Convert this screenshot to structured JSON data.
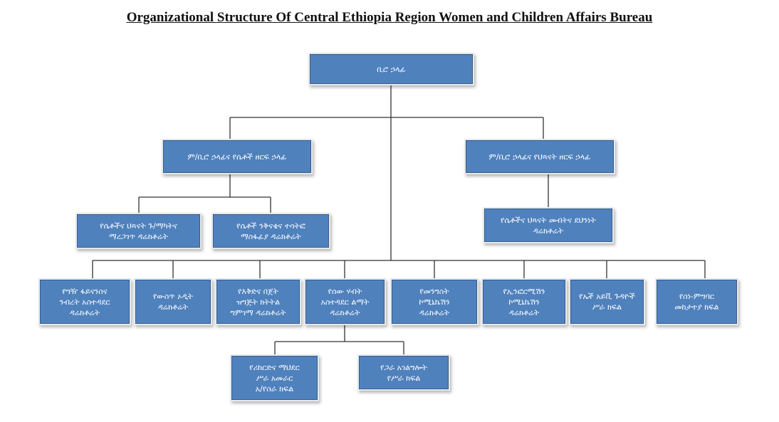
{
  "title": "Organizational Structure Of Central Ethiopia Region Women and Children Affairs Bureau",
  "colors": {
    "box_fill": "#4f81bd",
    "box_border": "#385d8a",
    "box_text": "#ffffff",
    "line": "#333333"
  },
  "nodes": {
    "head": "ቢሮ ኃላፊ",
    "dep_women": "ም/ቢሮ ኃላፊና የሴቶች ዘርፍ ኃላፊ",
    "dep_children": "ም/ቢሮ ኃላፊና የህጻናት ዘርፍ ኃላፊ",
    "women_rights": "የሴቶችና ህጻናት ጉ/ማካትና\nማረጋገጥ ዳሬክቶሬት",
    "women_econ": "የሴቶች ንቅናቄና ተሳትፎ\nማስፋፊያ ዳሬክቶሬት",
    "child_welfare": "የሴቶችና ህጻናት መብትና ደህንነት\nዳሬክቶሬት",
    "finance": "የግዥ ፋይናንስና\nንብረት አስተዳደር\nዳሬክቶሬት",
    "audit": "የውስጥ ኦዲት\nዳሬክቶሬት",
    "plan": "የእቅድና በጀት\nዝግጅት ክትትል\nግምገማ ዳሬክቶሬት",
    "hr": "የሰው ሃብት\nአስተዳደር ልማት\nዳሬክቶሬት",
    "comm": "የመንግስት\nኮሚኒኬሽን\nዳሬክቶሬት",
    "ict": "የኢንፎርሚሽን\nኮሚኒኬሽን\nዳሬክቶሬት",
    "hiv": "የኤች አይቪ ጉዳዮች\nሥራ ክፍል",
    "ethics": "የስነ-ምግባር\nመከታተያ ክፍል",
    "records": "የሪከርድና ማህደር\nሥራ አመራር\nአ/የስራ ክፍል",
    "general": "የጋራ አገልግሎት\nየሥራ ክፍል"
  }
}
